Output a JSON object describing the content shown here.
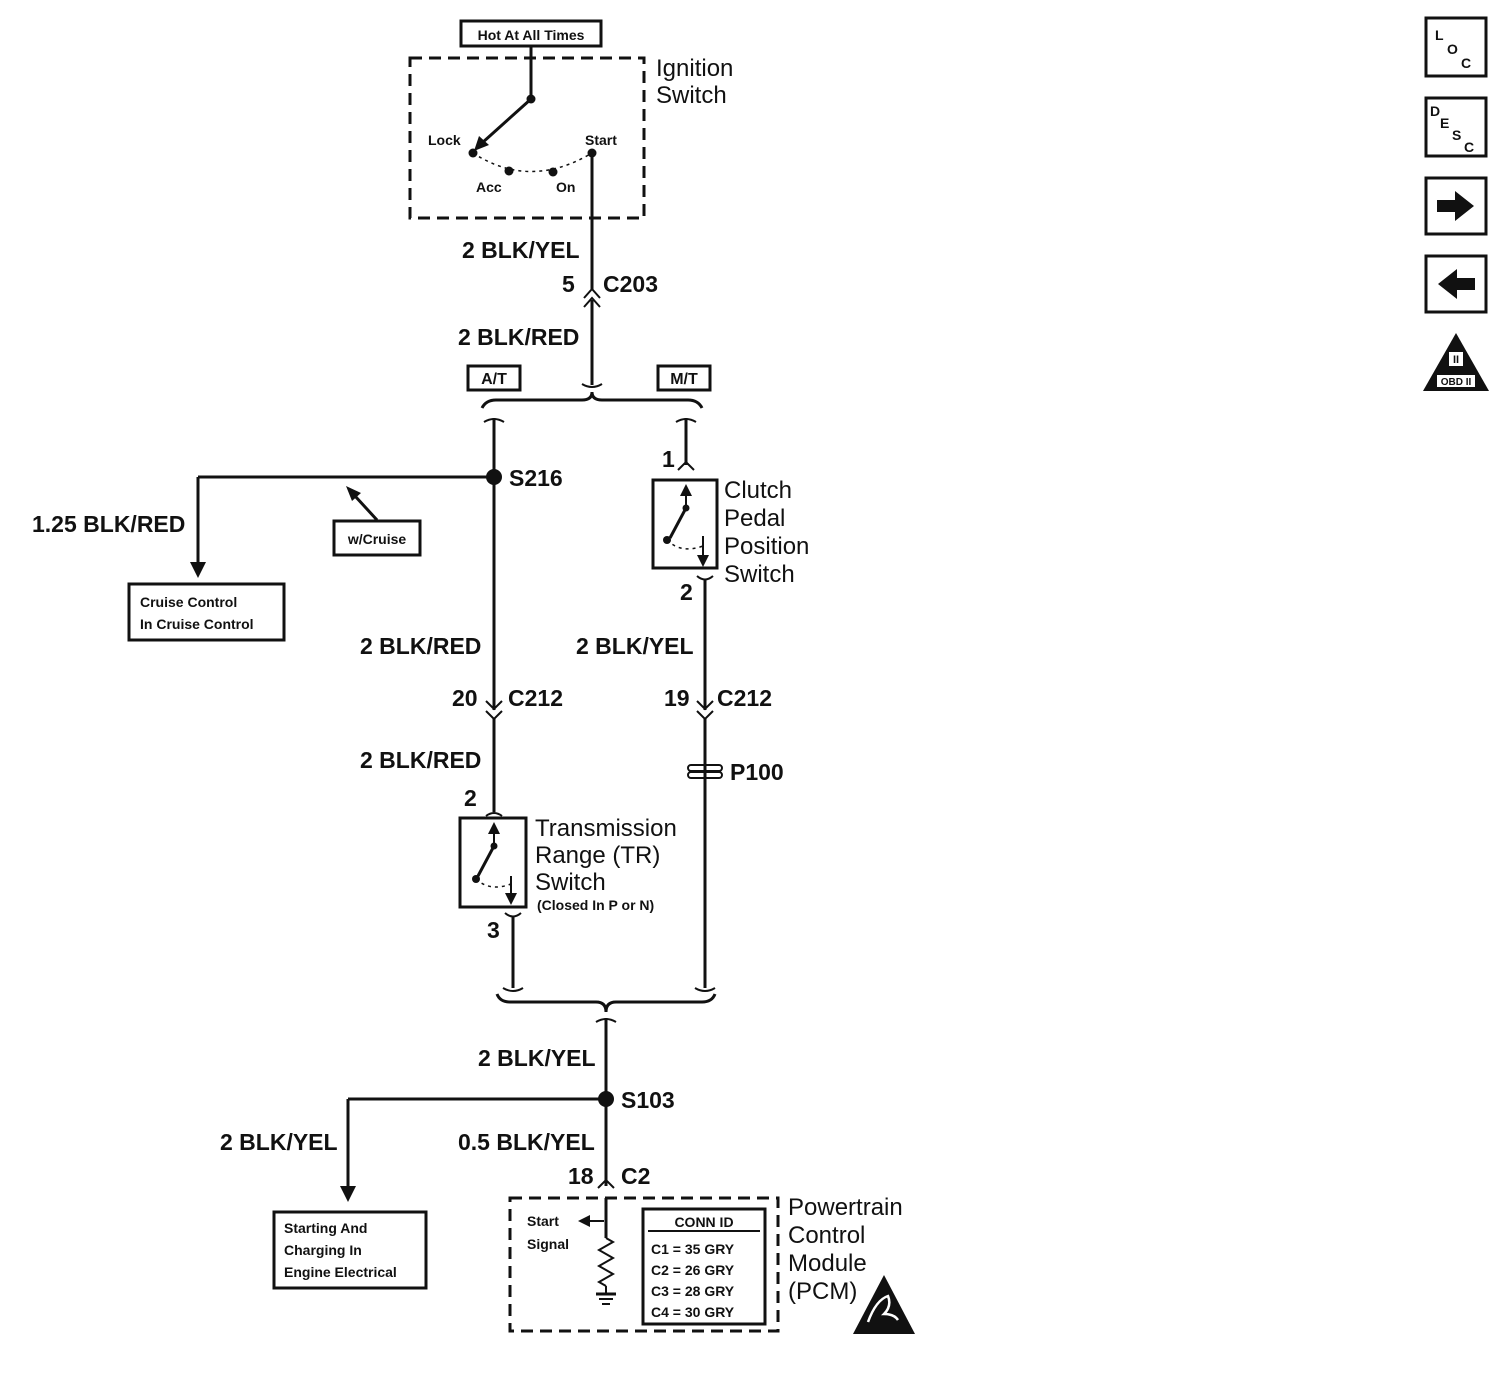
{
  "ignition": {
    "hot_label": "Hot At All Times",
    "title_line1": "Ignition",
    "title_line2": "Switch",
    "pos_lock": "Lock",
    "pos_start": "Start",
    "pos_acc": "Acc",
    "pos_on": "On"
  },
  "wires": {
    "w1": "2 BLK/YEL",
    "c203_pin": "5",
    "c203": "C203",
    "w2": "2 BLK/RED",
    "at_tag": "A/T",
    "mt_tag": "M/T",
    "s216": "S216",
    "w_cruise": "1.25 BLK/RED",
    "cruise_tag": "w/Cruise",
    "w3": "2 BLK/RED",
    "at_c212_pin": "20",
    "at_c212": "C212",
    "w4": "2 BLK/RED",
    "w5": "2 BLK/YEL",
    "mt_c212_pin": "19",
    "mt_c212": "C212",
    "p100": "P100",
    "w6": "2 BLK/YEL",
    "s103": "S103",
    "w7": "2 BLK/YEL",
    "w8": "0.5 BLK/YEL",
    "c2_pin": "18",
    "c2": "C2"
  },
  "cruise_ref": {
    "line1": "Cruise Control",
    "line2": "In Cruise Control"
  },
  "clutch": {
    "pin_top": "1",
    "pin_bottom": "2",
    "line1": "Clutch",
    "line2": "Pedal",
    "line3": "Position",
    "line4": "Switch"
  },
  "tr_switch": {
    "pin_top": "2",
    "pin_bottom": "3",
    "line1": "Transmission",
    "line2": "Range (TR)",
    "line3": "Switch",
    "note": "(Closed In P or N)"
  },
  "starting_ref": {
    "line1": "Starting And",
    "line2": "Charging In",
    "line3": "Engine Electrical"
  },
  "pcm": {
    "signal_line1": "Start",
    "signal_line2": "Signal",
    "conn_title": "CONN ID",
    "conn_rows": [
      "C1 = 35 GRY",
      "C2 = 26 GRY",
      "C3 = 28 GRY",
      "C4 = 30 GRY"
    ],
    "line1": "Powertrain",
    "line2": "Control",
    "line3": "Module",
    "line4": "(PCM)"
  },
  "nav": {
    "loc_l": "L",
    "loc_o": "O",
    "loc_c": "C",
    "desc_d": "D",
    "desc_e": "E",
    "desc_s": "S",
    "desc_c": "C",
    "obd_top": "II",
    "obd_bottom": "OBD II"
  }
}
